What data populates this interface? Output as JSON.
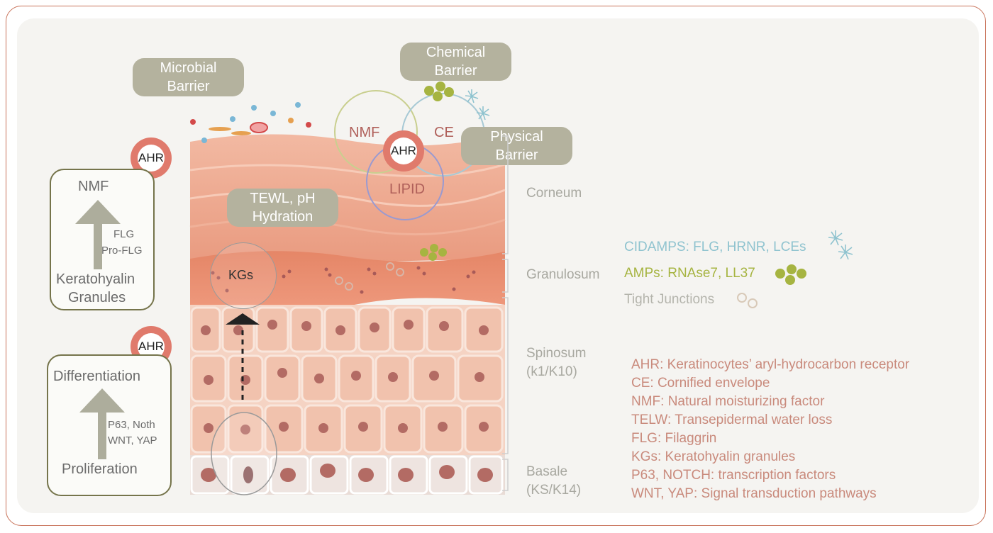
{
  "barriers": {
    "microbial": "Microbial\nBarrier",
    "chemical": "Chemical\nBarrier",
    "physical": "Physical\nBarrier",
    "tewl": "TEWL, pH\nHydration"
  },
  "circles": {
    "nmf": "NMF",
    "ce": "CE",
    "lipid": "LIPID",
    "kgs": "KGs"
  },
  "ahr_label": "AHR",
  "left_box_top": {
    "top": "NMF",
    "arrow_label_1": "FLG",
    "arrow_label_2": "Pro-FLG",
    "bottom_1": "Keratohyalin",
    "bottom_2": "Granules"
  },
  "left_box_bottom": {
    "top": "Differentiation",
    "arrow_label_1": "P63, Noth",
    "arrow_label_2": "WNT, YAP",
    "bottom": "Proliferation"
  },
  "layers": {
    "corneum": "Corneum",
    "granulosum": "Granulosum",
    "spinosum_1": "Spinosum",
    "spinosum_2": "(k1/K10)",
    "basale_1": "Basale",
    "basale_2": "(KS/K14)"
  },
  "markers": {
    "cidamps": "CIDAMPS: FLG, HRNR, LCEs",
    "amps": "AMPs: RNAse7, LL37",
    "tight": "Tight Junctions"
  },
  "legend": [
    "AHR: Keratinocytes’ aryl-hydrocarbon receptor",
    "CE: Cornified envelope",
    "NMF: Natural moisturizing factor",
    "TELW: Transepidermal water loss",
    "FLG: Filaggrin",
    "KGs: Keratohyalin granules",
    "P63, NOTCH: transcription factors",
    "WNT, YAP: Signal transduction pathways"
  ],
  "colors": {
    "frame": "#c9735a",
    "pill": "#b4b29e",
    "ahr": "#e07a6c",
    "cidamps": "#8fc3cf",
    "amps": "#a6b441",
    "legend": "#c98a7c",
    "box_border": "#75744b"
  }
}
